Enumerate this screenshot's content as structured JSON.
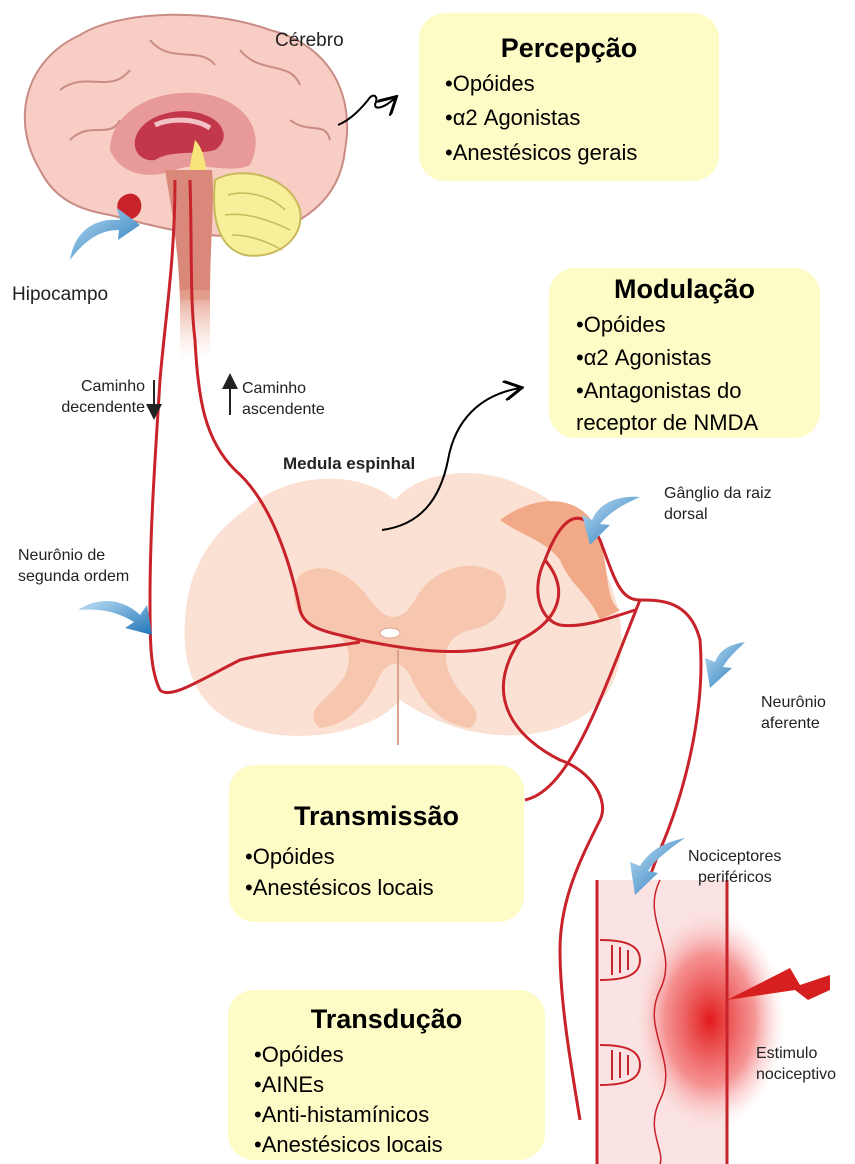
{
  "boxes": {
    "percepcao": {
      "title": "Percepção",
      "items": [
        "•Opóides",
        "•α2 Agonistas",
        "•Anestésicos gerais"
      ]
    },
    "modulacao": {
      "title": "Modulação",
      "items": [
        "•Opóides",
        "•α2 Agonistas",
        "•Antagonistas do",
        "receptor de NMDA"
      ]
    },
    "transmissao": {
      "title": "Transmissão",
      "items": [
        "•Opóides",
        "•Anestésicos locais"
      ]
    },
    "transducao": {
      "title": "Transdução",
      "items": [
        "•Opóides",
        "•AINEs",
        "•Anti-histamínicos",
        "•Anestésicos locais"
      ]
    }
  },
  "labels": {
    "cerebro": "Cérebro",
    "hipocampo": "Hipocampo",
    "caminho_decendente": [
      "Caminho",
      "decendente"
    ],
    "caminho_ascendente": [
      "Caminho",
      "ascendente"
    ],
    "medula": "Medula espinhal",
    "ganglio": [
      "Gânglio da raiz",
      "dorsal"
    ],
    "neuronio_segunda": [
      "Neurônio de",
      "segunda ordem"
    ],
    "neuronio_aferente": [
      "Neurônio",
      "aferente"
    ],
    "nociceptores": [
      "Nociceptores",
      "periféricos"
    ],
    "estimulo": [
      "Estimulo",
      "nociceptivo"
    ]
  },
  "colors": {
    "box_fill": "#fdfbc6",
    "nerve": "#c8222a",
    "cord_fill": "#f9d9c6",
    "cord_gray": "#f2b79a",
    "brain_fill": "#f7cdc4",
    "arrow_blue": "#2f86c8"
  }
}
